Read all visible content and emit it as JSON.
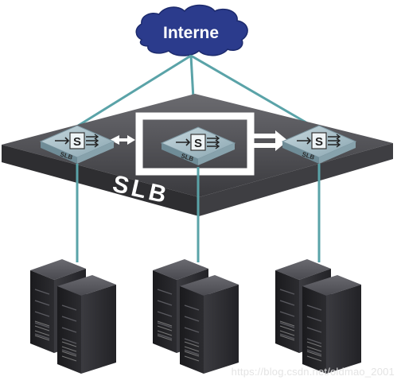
{
  "cloud": {
    "label": "Interne"
  },
  "platform": {
    "label": "SLB"
  },
  "slb_nodes": [
    {
      "icon_letter": "S",
      "caption": "SLB"
    },
    {
      "icon_letter": "S",
      "caption": "SLB"
    },
    {
      "icon_letter": "S",
      "caption": "SLB"
    }
  ],
  "servers": [
    {
      "name": "server-group-left"
    },
    {
      "name": "server-group-center"
    },
    {
      "name": "server-group-right"
    }
  ],
  "watermark": "https://blog.csdn.net/oldmao_2001",
  "colors": {
    "cloud": "#2b3b8c",
    "link": "#5aa3a8",
    "platform": "#4a4a4e",
    "node": "#9fb9c3",
    "server": "#2e2e33",
    "highlight": "#ffffff"
  }
}
